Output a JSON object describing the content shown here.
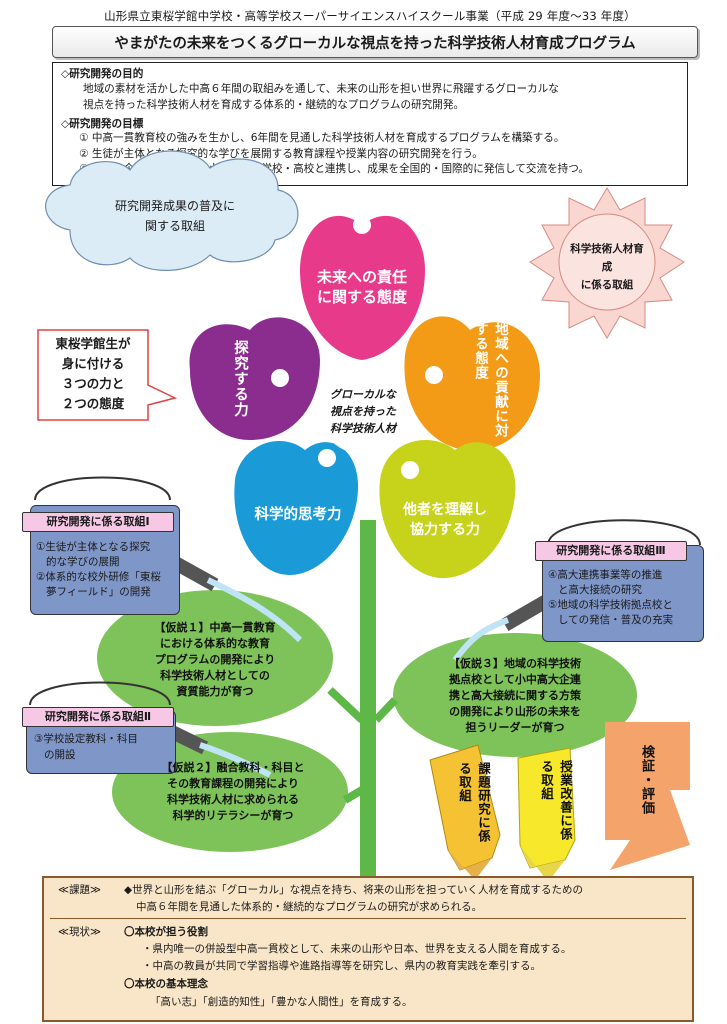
{
  "header": {
    "top_line": "山形県立東桜学館中学校・高等学校スーパーサイエンスハイスクール事業（平成 29 年度～33 年度）",
    "title": "やまがたの未来をつくるグローカルな視点を持った科学技術人材育成プログラム"
  },
  "purpose": {
    "heading": "◇研究開発の目的",
    "text1": "地域の素材を活かした中高６年間の取組みを通して、未来の山形を担い世界に飛躍するグローカルな",
    "text2": "視点を持った科学技術人材を育成する体系的・継続的なプログラムの研究開発。",
    "goals_heading": "◇研究開発の目標",
    "goals": [
      "①  中高一貫教育校の強みを生かし、6年間を見通した科学技術人材を育成するプログラムを構築する。",
      "②  生徒が主体となる探究的な学びを展開する教育課程や授業内容の研究開発を行う。",
      "③  大学・企業・研究機関や小学校・中学校・高校と連携し、成果を全国的・国際的に発信して交流を持つ。"
    ]
  },
  "cloud": {
    "line1": "研究開発成果の普及に",
    "line2": "関する取組"
  },
  "sun": {
    "line1": "科学技術人材育成",
    "line2": "に係る取組"
  },
  "callout": {
    "line1": "東桜学館生が",
    "line2": "身に付ける",
    "line3": "３つの力と",
    "line4": "２つの態度"
  },
  "flower": {
    "center": {
      "line1": "グローカルな",
      "line2": "視点を持った",
      "line3": "科学技術人材"
    },
    "petal_top": {
      "line1": "未来への責任",
      "line2": "に関する態度"
    },
    "petal_left": "探究する力",
    "petal_right": "地域への貢献に対する態度",
    "petal_bottom_left": "科学的思考力",
    "petal_bottom_right": {
      "line1": "他者を理解し",
      "line2": "協力する力"
    }
  },
  "bucket1": {
    "tag": "研究開発に係る取組Ⅰ",
    "l1": "①生徒が主体となる探究",
    "l2": "的な学びの展開",
    "l3": "②体系的な校外研修「東桜",
    "l4": "夢フィールド」の開発"
  },
  "bucket2": {
    "tag": "研究開発に係る取組Ⅱ",
    "l1": "③学校設定教科・科目",
    "l2": "の開設"
  },
  "bucket3": {
    "tag": "研究開発に係る取組Ⅲ",
    "l1": "④高大連携事業等の推進",
    "l2": "と高大接続の研究",
    "l3": "⑤地域の科学技術拠点校と",
    "l4": "しての発信・普及の充実"
  },
  "leaf1": {
    "l1": "【仮説１】中高一貫教育",
    "l2": "における体系的な教育",
    "l3": "プログラムの開発により",
    "l4": "科学技術人材としての",
    "l5": "資質能力が育つ"
  },
  "leaf2": {
    "l1": "【仮説２】融合教科・科目と",
    "l2": "その教育課程の開発により",
    "l3": "科学技術人材に求められる",
    "l4": "科学的リテラシーが育つ"
  },
  "leaf3": {
    "l1": "【仮説３】地域の科学技術",
    "l2": "拠点校として小中高大企連",
    "l3": "携と高大接続に関する方策",
    "l4": "の開発により山形の未来を",
    "l5": "担うリーダーが育つ"
  },
  "pencils": {
    "p1": "課題研究に係る取組",
    "p2": "授業改善に係る取組"
  },
  "evaluation": "検証・評価",
  "bottom": {
    "issue_label": "≪課題≫",
    "issue_l1": "◆世界と山形を結ぶ「グローカル」な視点を持ち、将来の山形を担っていく人材を育成するための",
    "issue_l2": "中高６年間を見通した体系的・継続的なプログラムの研究が求められる。",
    "status_label": "≪現状≫",
    "role_heading": "〇本校が担う役割",
    "role_l1": "・県内唯一の併設型中高一貫校として、未来の山形や日本、世界を支える人間を育成する。",
    "role_l2": "・中高の教員が共同で学習指導や進路指導等を研究し、県内の教育実践を牽引する。",
    "philosophy_heading": "〇本校の基本理念",
    "philosophy_text": "「高い志」「創造的知性」「豊かな人間性」を育成する。"
  },
  "colors": {
    "pink": "#e83a8a",
    "orange": "#f39a16",
    "purple": "#8a2d8e",
    "blue": "#1a9ad6",
    "lime": "#c7d31a",
    "leaf": "#7ec35a",
    "stem": "#5db848",
    "bucket": "#7f96c9",
    "bottom_bg": "#f9e6c8"
  }
}
